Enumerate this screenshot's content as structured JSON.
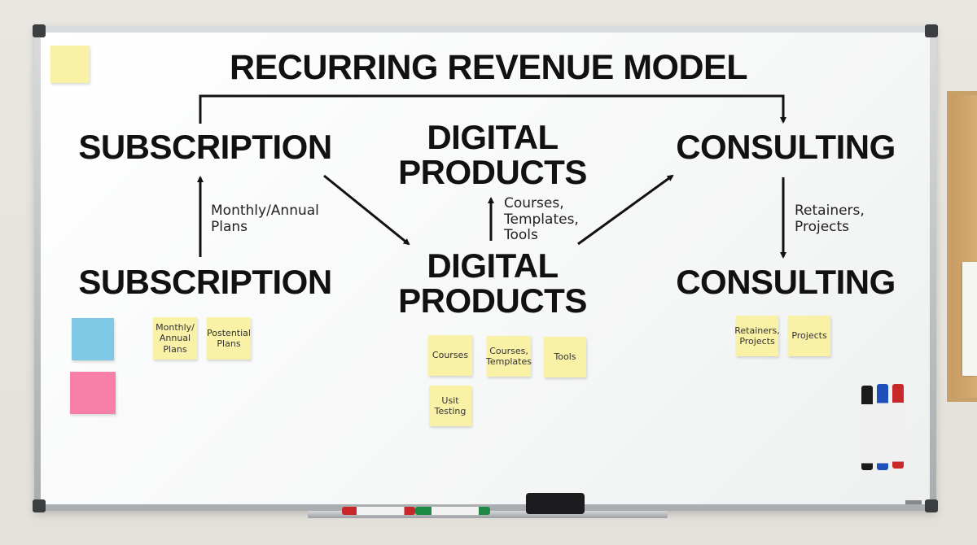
{
  "title": "RECURRING REVENUE MODEL",
  "top_row": {
    "subscription": "SUBSCRIPTION",
    "digital_products": "DIGITAL PRODUCTS",
    "consulting": "CONSULTING"
  },
  "bottom_row": {
    "subscription": "SUBSCRIPTION",
    "digital_products": "DIGITAL PRODUCTS",
    "consulting": "CONSULTING"
  },
  "arrow_labels": {
    "subscription": "Monthly/Annual Plans",
    "digital_products": "Courses, Templates, Tools",
    "consulting": "Retainers, Projects"
  },
  "sticky_notes": {
    "corner": "",
    "blue": "",
    "pink": "",
    "monthly_annual": "Monthly/ Annual Plans",
    "potential_plans": "Postential Plans",
    "courses": "Courses",
    "courses_templates": "Courses, Templates",
    "tools": "Tools",
    "unit_testing": "Usit Testing",
    "retainers_projects": "Retainers, Projects",
    "projects": "Projects"
  },
  "colors": {
    "board": "#ffffff",
    "ink": "#111111",
    "sticky_yellow": "#f8f1a6",
    "sticky_blue": "#7fc8e6",
    "sticky_pink": "#f77fa8",
    "marker_black": "#1a1a1a",
    "marker_blue": "#1f4fb8",
    "marker_red": "#c8282a",
    "marker_green": "#1e8a46"
  }
}
